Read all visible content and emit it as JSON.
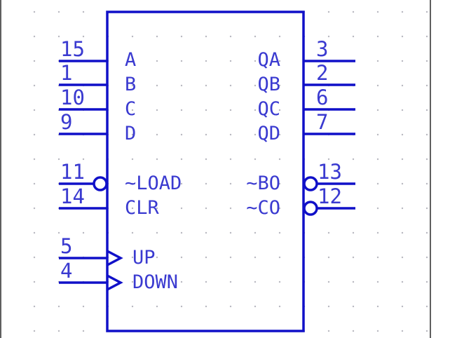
{
  "component": {
    "inputs": [
      {
        "pin": "15",
        "name": "A"
      },
      {
        "pin": "1",
        "name": "B"
      },
      {
        "pin": "10",
        "name": "C"
      },
      {
        "pin": "9",
        "name": "D"
      },
      {
        "pin": "11",
        "name": "~LOAD",
        "inverted": true
      },
      {
        "pin": "14",
        "name": "CLR"
      },
      {
        "pin": "5",
        "name": "UP",
        "clock": true
      },
      {
        "pin": "4",
        "name": "DOWN",
        "clock": true
      }
    ],
    "outputs": [
      {
        "pin": "3",
        "name": "QA"
      },
      {
        "pin": "2",
        "name": "QB"
      },
      {
        "pin": "6",
        "name": "QC"
      },
      {
        "pin": "7",
        "name": "QD"
      },
      {
        "pin": "13",
        "name": "~BO",
        "inverted": true
      },
      {
        "pin": "12",
        "name": "~CO",
        "inverted": true
      }
    ]
  },
  "colors": {
    "line": "#1010c8",
    "text": "#3a3ad0",
    "grid_dot": "#b8b8c0",
    "background": "#ffffff"
  }
}
